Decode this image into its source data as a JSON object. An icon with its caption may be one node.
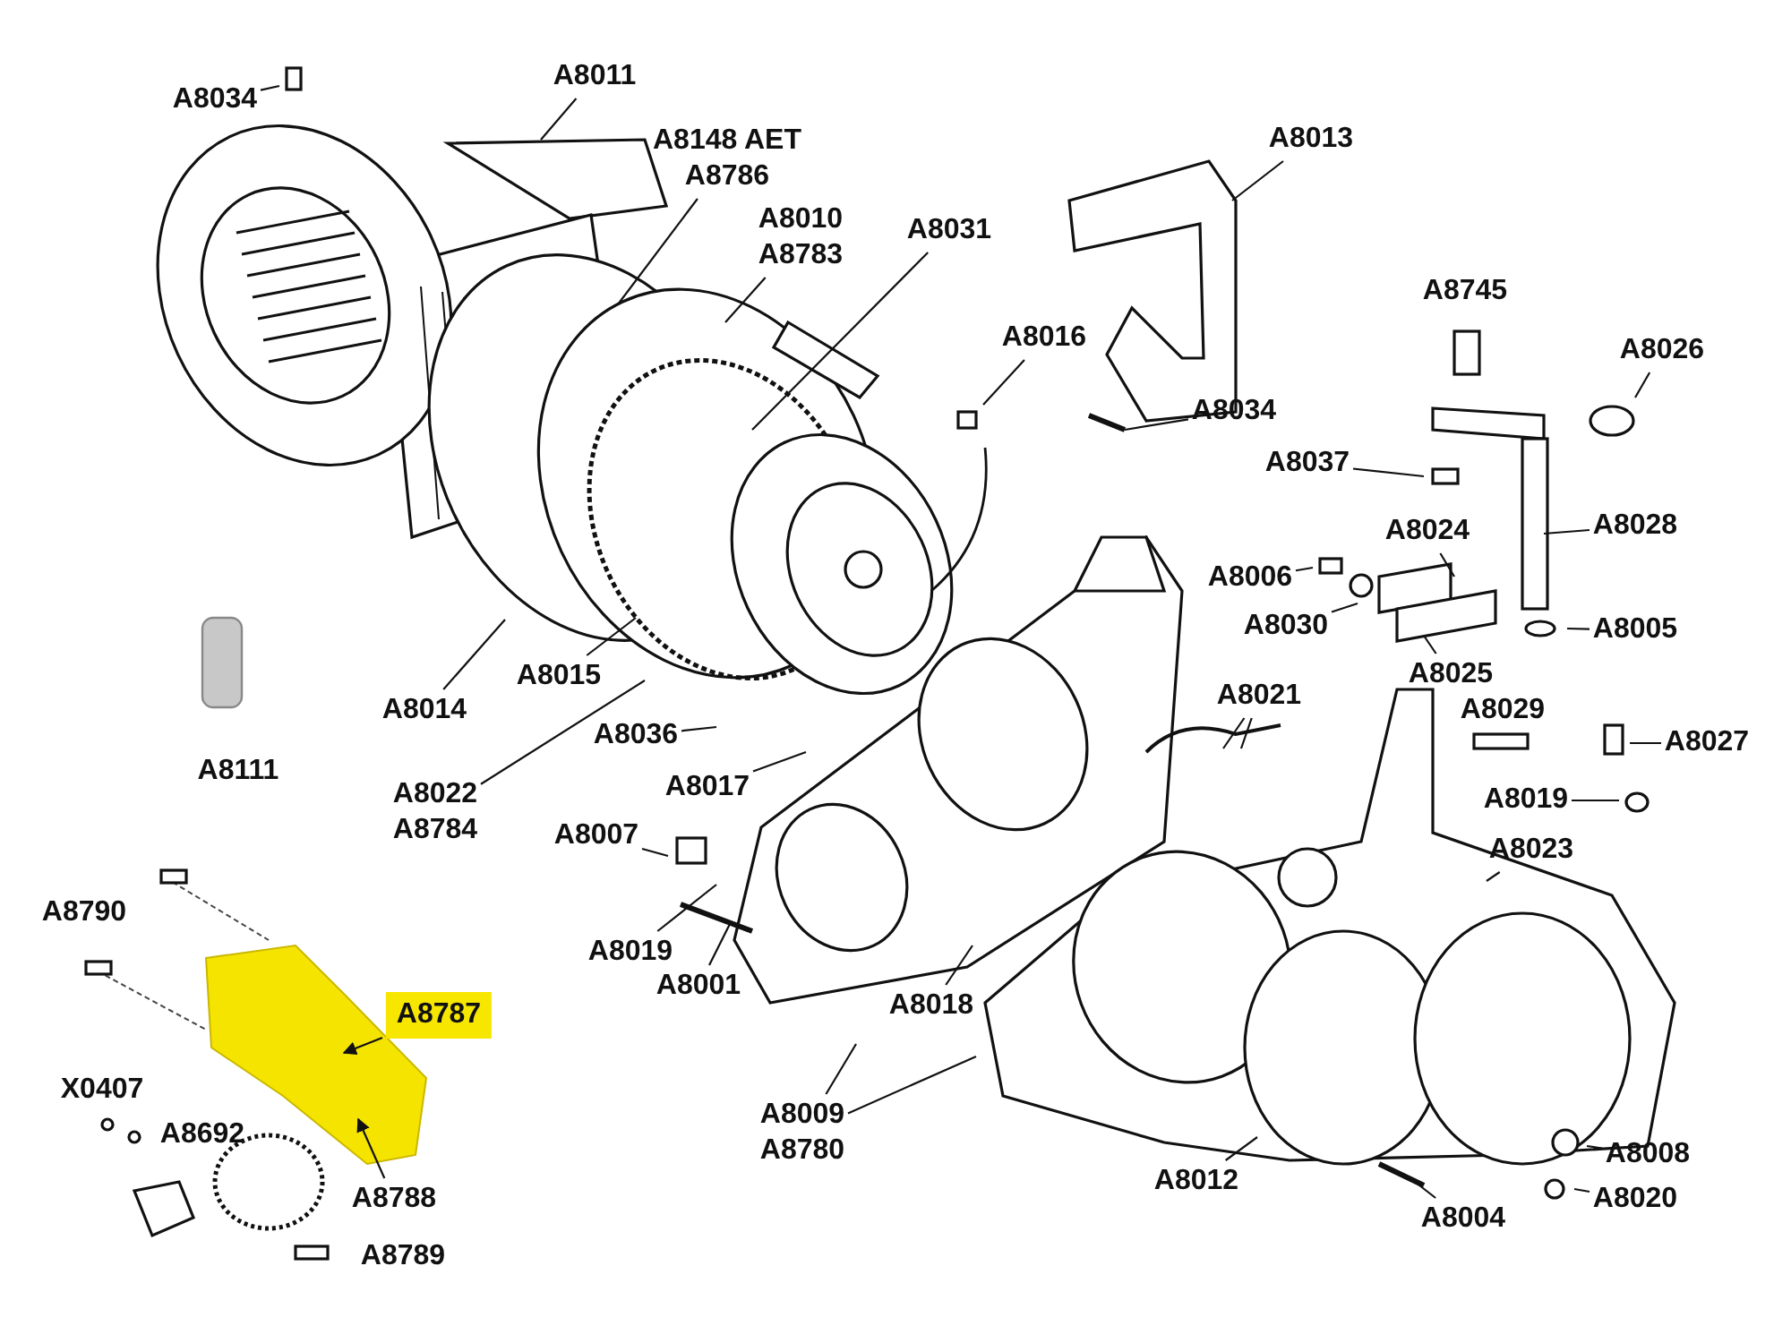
{
  "diagram": {
    "nodes": [
      {
        "text": [
          "A8034"
        ]
      },
      {
        "text": [
          "A8011"
        ]
      },
      {
        "text": [
          "A8148 AET",
          "A8786"
        ]
      },
      {
        "text": [
          "A8010",
          "A8783"
        ]
      },
      {
        "text": [
          "A8031"
        ]
      },
      {
        "text": [
          "A8013"
        ]
      },
      {
        "text": [
          "A8016"
        ]
      },
      {
        "text": [
          "A8034"
        ]
      },
      {
        "text": [
          "A8026"
        ]
      },
      {
        "text": [
          "A8037"
        ]
      },
      {
        "text": [
          "A8024"
        ]
      },
      {
        "text": [
          "A8028"
        ]
      },
      {
        "text": [
          "A8006"
        ]
      },
      {
        "text": [
          "A8030"
        ]
      },
      {
        "text": [
          "A8025"
        ]
      },
      {
        "text": [
          "A8005"
        ]
      },
      {
        "text": [
          "A8014"
        ]
      },
      {
        "text": [
          "A8015"
        ]
      },
      {
        "text": [
          "A8022",
          "A8784"
        ]
      },
      {
        "text": [
          "A8036"
        ]
      },
      {
        "text": [
          "A8017"
        ]
      },
      {
        "text": [
          "A8021"
        ]
      },
      {
        "text": [
          "A8027"
        ]
      },
      {
        "text": [
          "A8019"
        ]
      },
      {
        "text": [
          "A8023"
        ]
      },
      {
        "text": [
          "A8007"
        ]
      },
      {
        "text": [
          "A8019"
        ]
      },
      {
        "text": [
          "A8001"
        ]
      },
      {
        "text": [
          "A8018"
        ]
      },
      {
        "text": [
          "A8009",
          "A8780"
        ]
      },
      {
        "text": [
          "A8012"
        ]
      },
      {
        "text": [
          "A8004"
        ]
      },
      {
        "text": [
          "A8008"
        ]
      },
      {
        "text": [
          "A8020"
        ]
      },
      {
        "text": [
          "A8787"
        ]
      },
      {
        "text": [
          "A8788"
        ]
      }
    ],
    "edges": [
      {
        "from": 0,
        "to": null,
        "arrow": "none"
      },
      {
        "from": 1,
        "to": null,
        "arrow": "none"
      },
      {
        "from": 2,
        "to": null,
        "arrow": "none"
      },
      {
        "from": 3,
        "to": null,
        "arrow": "none"
      },
      {
        "from": 4,
        "to": null,
        "arrow": "none"
      },
      {
        "from": 5,
        "to": null,
        "arrow": "none"
      },
      {
        "from": 6,
        "to": null,
        "arrow": "none"
      },
      {
        "from": 7,
        "to": null,
        "arrow": "none"
      },
      {
        "from": 8,
        "to": null,
        "arrow": "none"
      },
      {
        "from": 9,
        "to": null,
        "arrow": "none"
      },
      {
        "from": 10,
        "to": null,
        "arrow": "none"
      },
      {
        "from": 11,
        "to": null,
        "arrow": "none"
      },
      {
        "from": 12,
        "to": null,
        "arrow": "none"
      },
      {
        "from": 13,
        "to": null,
        "arrow": "none"
      },
      {
        "from": 14,
        "to": null,
        "arrow": "none"
      },
      {
        "from": 15,
        "to": null,
        "arrow": "none"
      },
      {
        "from": 16,
        "to": null,
        "arrow": "none"
      },
      {
        "from": 17,
        "to": null,
        "arrow": "none"
      },
      {
        "from": 18,
        "to": null,
        "arrow": "none"
      },
      {
        "from": 19,
        "to": null,
        "arrow": "none"
      },
      {
        "from": 20,
        "to": null,
        "arrow": "none"
      },
      {
        "from": 21,
        "to": null,
        "arrow": "none"
      },
      {
        "from": 21,
        "to": null,
        "arrow": "none"
      },
      {
        "from": 22,
        "to": null,
        "arrow": "none"
      },
      {
        "from": 23,
        "to": null,
        "arrow": "none"
      },
      {
        "from": 24,
        "to": null,
        "arrow": "none"
      },
      {
        "from": 25,
        "to": null,
        "arrow": "none"
      },
      {
        "from": 26,
        "to": null,
        "arrow": "none"
      },
      {
        "from": 27,
        "to": null,
        "arrow": "none"
      },
      {
        "from": 28,
        "to": null,
        "arrow": "none"
      },
      {
        "from": 29,
        "to": null,
        "arrow": "none"
      },
      {
        "from": 29,
        "to": null,
        "arrow": "none"
      },
      {
        "from": 30,
        "to": null,
        "arrow": "none"
      },
      {
        "from": 31,
        "to": null,
        "arrow": "none"
      },
      {
        "from": 32,
        "to": null,
        "arrow": "none"
      },
      {
        "from": 33,
        "to": null,
        "arrow": "none"
      },
      {
        "from": 34,
        "to": null,
        "arrow": "to"
      },
      {
        "from": 35,
        "to": null,
        "arrow": "to"
      }
    ],
    "labels": [
      "A8745",
      "A8029",
      "A8111",
      "A8790",
      "X0407",
      "A8692",
      "A8789"
    ]
  }
}
